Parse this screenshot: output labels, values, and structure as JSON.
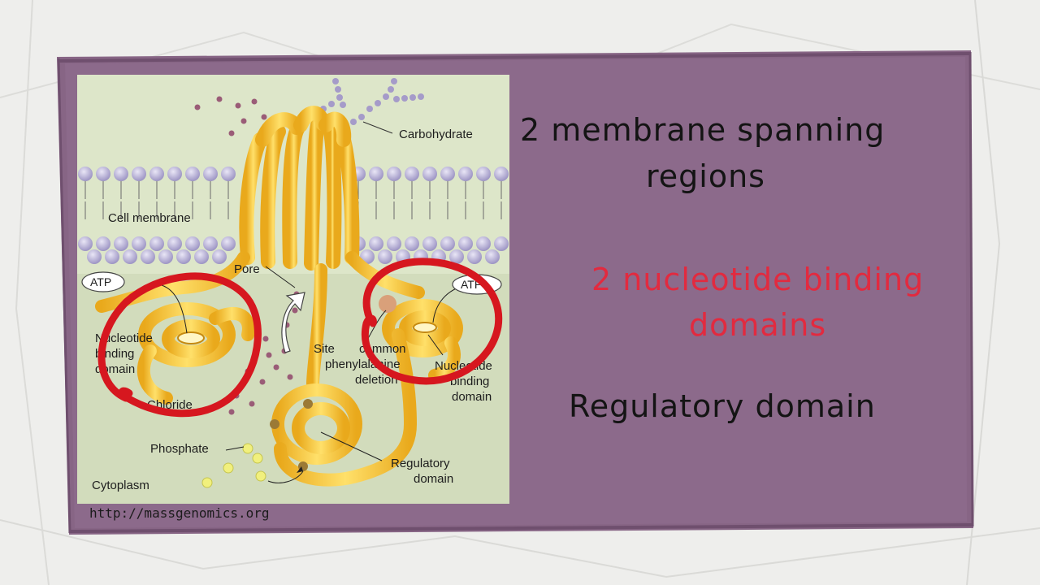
{
  "diagram": {
    "labels": {
      "carbohydrate": "Carbohydrate",
      "cell_membrane": "Cell membrane",
      "pore": "Pore",
      "atp_left": "ATP",
      "atp_right": "ATP",
      "nbd_left_1": "Nucleotide",
      "nbd_left_2": "binding",
      "nbd_left_3": "domain",
      "site_1": "Site",
      "site_2": "common",
      "site_3": "phenylalanine",
      "site_4": "deletion",
      "nbd_right_1": "Nucleotide",
      "nbd_right_2": "binding",
      "nbd_right_3": "domain",
      "chloride": "Chloride",
      "phosphate": "Phosphate",
      "regulatory_1": "Regulatory",
      "regulatory_2": "domain",
      "cytoplasm": "Cytoplasm"
    },
    "colors": {
      "protein": "#f5c930",
      "lipid_head": "#b9b2d8",
      "highlight_circle": "#d6171f",
      "background": "#dde6c9"
    }
  },
  "credit": "http://massgenomics.org",
  "notes": {
    "line1": "2 membrane spanning",
    "line2": "regions",
    "line3": "2 nucleotide binding",
    "line4": "domains",
    "line5": "Regulatory domain"
  },
  "note_colors": {
    "black": "#141414",
    "red": "#e22a3f"
  }
}
